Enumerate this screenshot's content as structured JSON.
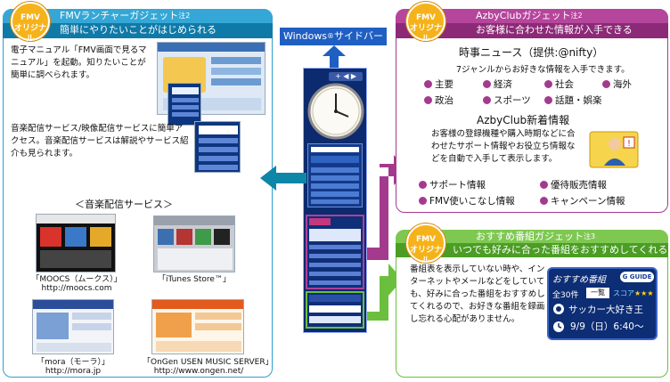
{
  "sidebar_title": "Windows",
  "sidebar_title_sup": "®",
  "sidebar_title_rest": "サイドバー",
  "launcher": {
    "badge": "FMV\nオリジナル",
    "title": "FMVランチャーガジェット",
    "title_note": "注2",
    "subtitle": "簡単にやりたいことがはじめられる",
    "desc1": "電子マニュアル「FMV画面で見るマニュアル」を起動。知りたいことが簡単に調べられます。",
    "desc2": "音楽配信サービス/映像配信サービスに簡単アクセス。音楽配信サービスは解説やサービス紹介も見られます。",
    "music_heading": "＜音楽配信サービス＞",
    "services": [
      {
        "name": "「MOOCS（ムークス）」",
        "url": "http://moocs.com"
      },
      {
        "name": "「iTunes Store™」",
        "url": ""
      },
      {
        "name": "「mora（モーラ）」",
        "url": "http://mora.jp"
      },
      {
        "name": "「OnGen USEN MUSIC SERVER」",
        "url": "http://www.ongen.net/"
      }
    ]
  },
  "azby": {
    "badge": "FMV\nオリジナル",
    "title": "AzbyClubガジェット",
    "title_note": "注2",
    "subtitle": "お客様に合わせた情報が入手できる",
    "news_heading": "時事ニュース（提供:@nifty）",
    "news_desc": "7ジャンルからお好きな情報を入手できます。",
    "genres": [
      "主要",
      "経済",
      "社会",
      "海外",
      "政治",
      "スポーツ",
      "話題・娯楽"
    ],
    "new_heading": "AzbyClub新着情報",
    "new_desc": "お客様の登録機種や購入時期などに合わせたサポート情報やお役立ち情報などを自動で入手して表示します。",
    "info": [
      "サポート情報",
      "優待販売情報",
      "FMV使いこなし情報",
      "キャンペーン情報"
    ]
  },
  "osusume": {
    "badge": "FMV\nオリジナル",
    "title": "おすすめ番組ガジェット",
    "title_note": "注3",
    "subtitle": "いつでも好みに合った番組をおすすめしてくれる",
    "desc": "番組表を表示していない時や、インターネットやメールなどをしていても、好みに合った番組をおすすめしてくれるので、お好きな番組を録画し忘れる心配がありません。",
    "gadget": {
      "title": "おすすめ番組",
      "logo": "G GUIDE",
      "count": "全30件",
      "mode": "一覧",
      "score": "スコア",
      "stars": "★★★",
      "program": "サッカー大好き王",
      "time": "9/9（日）6:40～"
    }
  },
  "colors": {
    "launcher": "#2f9fd0",
    "azby": "#a43a8e",
    "osusume": "#6cbf3e",
    "badge": "#f6b21a",
    "sidebar": "#0c2a6e"
  }
}
